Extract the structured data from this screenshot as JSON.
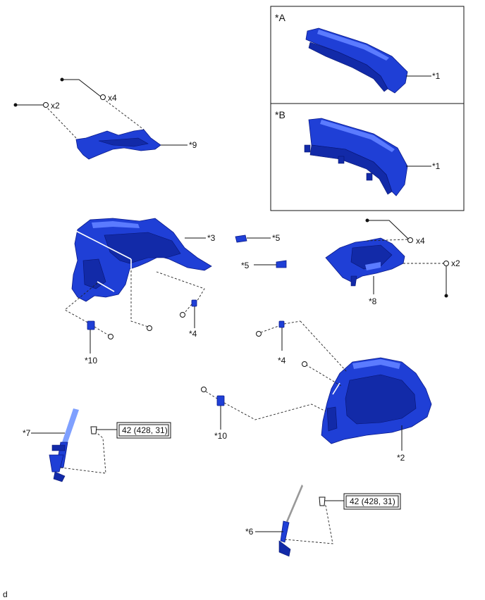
{
  "views": {
    "a": "*A",
    "b": "*B"
  },
  "callouts": {
    "c1a": "*1",
    "c1b": "*1",
    "c2": "*2",
    "c3": "*3",
    "c4l": "*4",
    "c4r": "*4",
    "c5a": "*5",
    "c5b": "*5",
    "c6": "*6",
    "c7": "*7",
    "c8": "*8",
    "c9": "*9",
    "c10l": "*10",
    "c10r": "*10"
  },
  "quantities": {
    "q_x4_top": "x4",
    "q_x2_top": "x2",
    "q_x4_right": "x4",
    "q_x2_right": "x2"
  },
  "torque": {
    "t_left": "42 (428, 31)",
    "t_right": "42 (428, 31)"
  },
  "footer": {
    "code": "d"
  },
  "colors": {
    "part": "#1f3fd6",
    "outline": "#0a1a8a"
  }
}
